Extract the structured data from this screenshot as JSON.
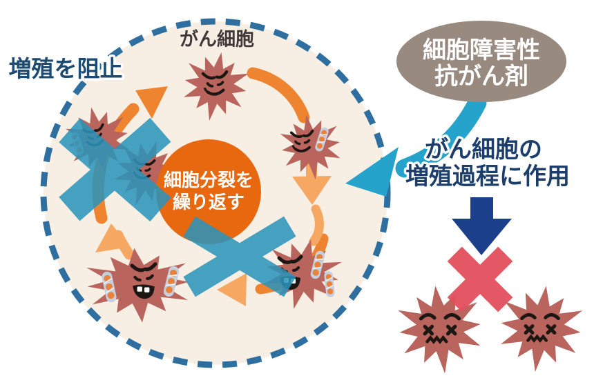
{
  "diagram": {
    "field_label": "がん細胞",
    "block_label": "増殖を阻止",
    "center_circle": {
      "line1": "細胞分裂を",
      "line2": "繰り返す"
    },
    "drug_bubble": {
      "line1": "細胞障害性",
      "line2": "抗がん剤"
    },
    "drug_action": {
      "line1": "がん細胞の",
      "line2": "増殖過程に作用"
    }
  },
  "colors": {
    "background": "#ffffff",
    "field_fill": "#f8efe4",
    "field_border": "#2e6fa0",
    "cancer_cell": "#b9645c",
    "center_circle": "#e8680f",
    "cycle_arrow_dark": "#ef8430",
    "cycle_arrow_light": "#f6a761",
    "block_x": "#2a94bb",
    "drug_bubble": "#988a7f",
    "drug_arrow": "#25a3cb",
    "down_arrow": "#1c3f8c",
    "kill_x": "#e2505c",
    "action_text": "#1c3e6b",
    "block_text": "#1d4a70",
    "field_label_text": "#3f3a39",
    "dna_strand": "#c6cfdd",
    "dna_node": "#e8823c",
    "face_stroke": "#1c1713"
  },
  "icons": {
    "block_x": "x-cross",
    "kill_x": "x-cross",
    "down_arrow": "block-arrow-down",
    "drug_arrow": "curved-arrow",
    "cycle_arrows": "curved-cycle-arrows",
    "dna": "dna-helix"
  }
}
